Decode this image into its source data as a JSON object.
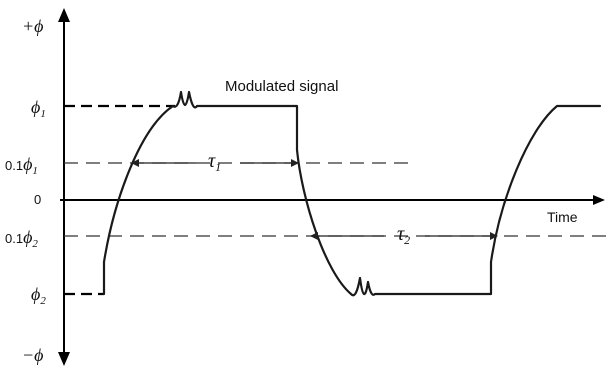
{
  "labels": {
    "y_top": "+ϕ",
    "y_bottom": "−ϕ",
    "phi1": "ϕ",
    "phi1_sub": "1",
    "phi1_tenth_prefix": "0.1",
    "phi1_tenth_symbol": "ϕ",
    "phi1_tenth_sub": "1",
    "zero": "0",
    "phi2_tenth_prefix": "0.1",
    "phi2_tenth_symbol": "ϕ",
    "phi2_tenth_sub": "2",
    "phi2": "ϕ",
    "phi2_sub": "2",
    "modulated_signal": "Modulated signal",
    "time": "Time",
    "tau1": "τ",
    "tau1_sub": "1",
    "tau2": "τ",
    "tau2_sub": "2"
  }
}
